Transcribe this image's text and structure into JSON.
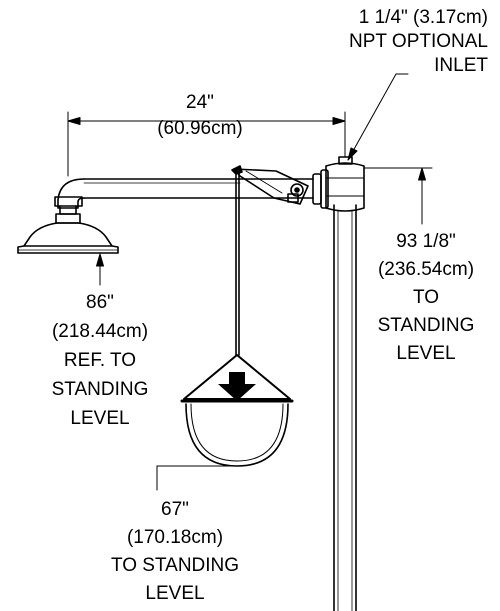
{
  "colors": {
    "ink": "#000000",
    "paper": "#ffffff"
  },
  "labels": {
    "inlet": {
      "line1": "1 1/4\" (3.17cm)",
      "line2": "NPT OPTIONAL",
      "line3": "INLET"
    },
    "arm_length": {
      "line1": "24\"",
      "line2": "(60.96cm)"
    },
    "overall_height": {
      "line1": "93 1/8\"",
      "line2": "(236.54cm)",
      "line3": "TO",
      "line4": "STANDING",
      "line5": "LEVEL"
    },
    "shower_head_height": {
      "line1": "86\"",
      "line2": "(218.44cm)",
      "line3": "REF. TO",
      "line4": "STANDING",
      "line5": "LEVEL"
    },
    "pull_handle_height": {
      "line1": "67\"",
      "line2": "(170.18cm)",
      "line3": "TO STANDING",
      "line4": "LEVEL"
    }
  },
  "icons": {
    "pull": "arrow-down-icon"
  }
}
